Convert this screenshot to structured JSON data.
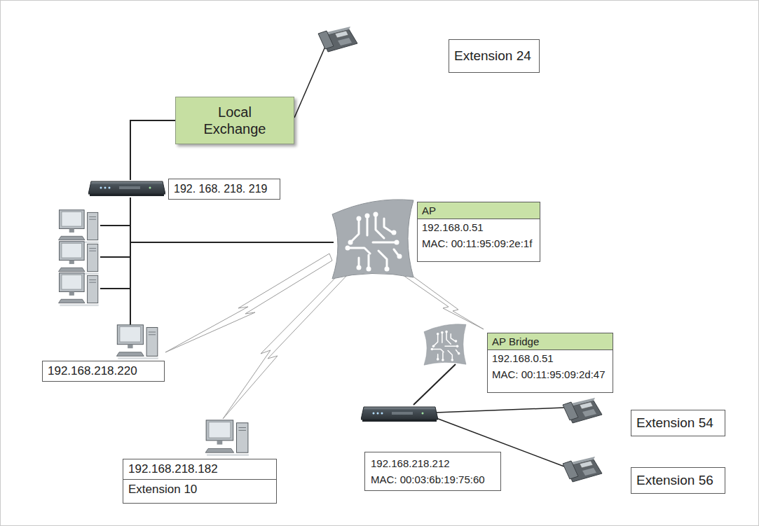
{
  "diagram": {
    "nodes": [
      {
        "text": [
          "Extension 24"
        ]
      },
      {
        "text": [
          "Local Exchange"
        ]
      },
      {
        "text": [
          "192. 168. 218. 219"
        ]
      },
      {
        "text": [
          "AP",
          "192.168.0.51",
          "MAC: 00:11:95:09:2e:1f"
        ]
      },
      {
        "text": [
          "AP Bridge",
          "192.168.0.51",
          "MAC: 00:11:95:09:2d:47"
        ]
      },
      {
        "text": [
          "192.168.218.220"
        ]
      },
      {
        "text": [
          "192.168.218.182",
          "Extension 10"
        ]
      },
      {
        "text": [
          "192.168.218.212",
          "MAC: 00:03:6b:19:75:60"
        ]
      },
      {
        "text": [
          "Extension 54"
        ]
      },
      {
        "text": [
          "Extension 56"
        ]
      }
    ]
  }
}
